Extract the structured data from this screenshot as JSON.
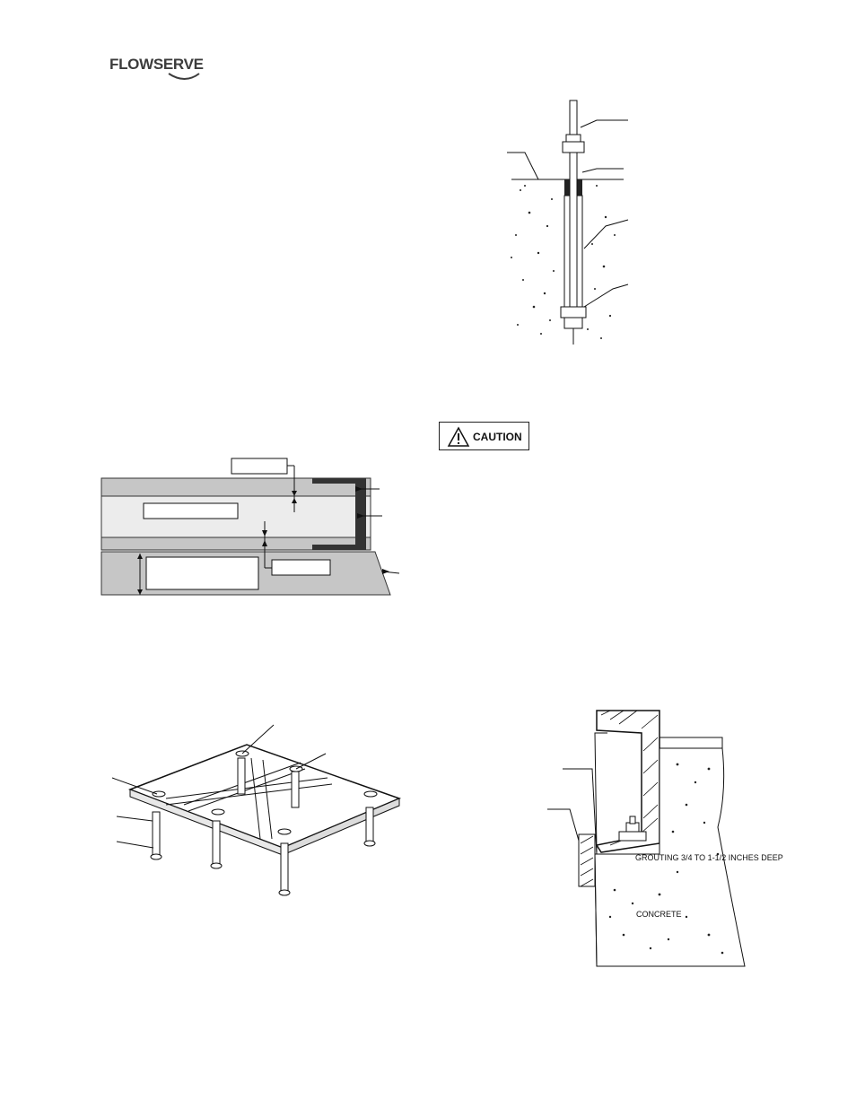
{
  "header": {
    "logo_text": "FLOWSERVE"
  },
  "caution_badge": {
    "label": "CAUTION"
  },
  "figure_grout": {
    "grouting_label": "GROUTING 3/4 TO 1-1/2 INCHES DEEP",
    "concrete_label": "CONCRETE"
  }
}
